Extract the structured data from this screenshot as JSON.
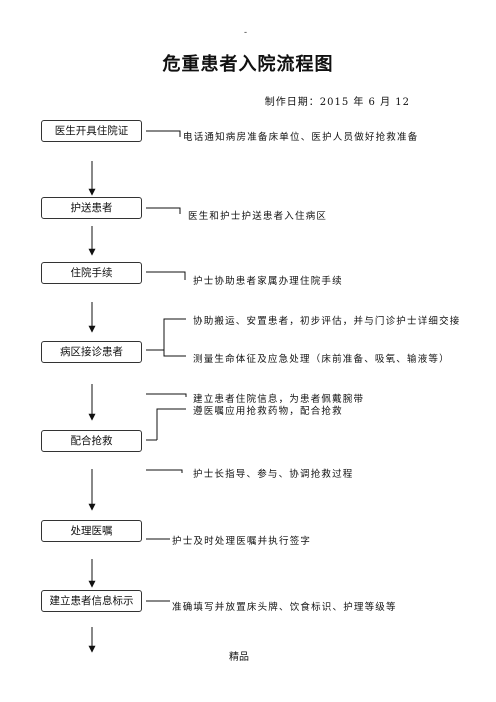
{
  "header": {
    "dot": "-",
    "title": "危重患者入院流程图",
    "date": "制作日期：2015 年 6 月 12"
  },
  "steps": [
    {
      "label": "医生开具住院证"
    },
    {
      "label": "护送患者"
    },
    {
      "label": "住院手续"
    },
    {
      "label": "病区接诊患者"
    },
    {
      "label": "配合抢救"
    },
    {
      "label": "处理医嘱"
    },
    {
      "label": "建立患者信息标示"
    }
  ],
  "notes": [
    {
      "text": "电话通知病房准备床单位、医护人员做好抢救准备"
    },
    {
      "text": "医生和护士护送患者入住病区"
    },
    {
      "text": "护士协助患者家属办理住院手续"
    },
    {
      "text": "协助搬运、安置患者，初步评估，并与门诊护士详细交接"
    },
    {
      "text": "测量生命体征及应急处理（床前准备、吸氧、输液等）"
    },
    {
      "text": "建立患者住院信息，为患者佩戴腕带"
    },
    {
      "text": "遵医嘱应用抢救药物，配合抢救"
    },
    {
      "text": "护士长指导、参与、协调抢救过程"
    },
    {
      "text": "护士及时处理医嘱并执行签字"
    },
    {
      "text": "准确填写并放置床头牌、饮食标识、护理等级等"
    }
  ],
  "footer": {
    "text": "精品"
  }
}
